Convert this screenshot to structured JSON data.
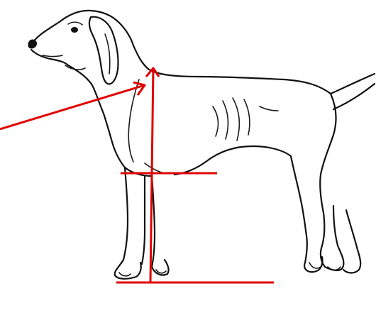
{
  "figure": {
    "subject": "dog-side-profile",
    "line_color": "#111111",
    "background": "#ffffff"
  },
  "annotations": {
    "color": "#e00000",
    "items": [
      "height-at-withers-arrow",
      "withers-pointer-arrow",
      "elbow-line",
      "ground-line"
    ]
  }
}
